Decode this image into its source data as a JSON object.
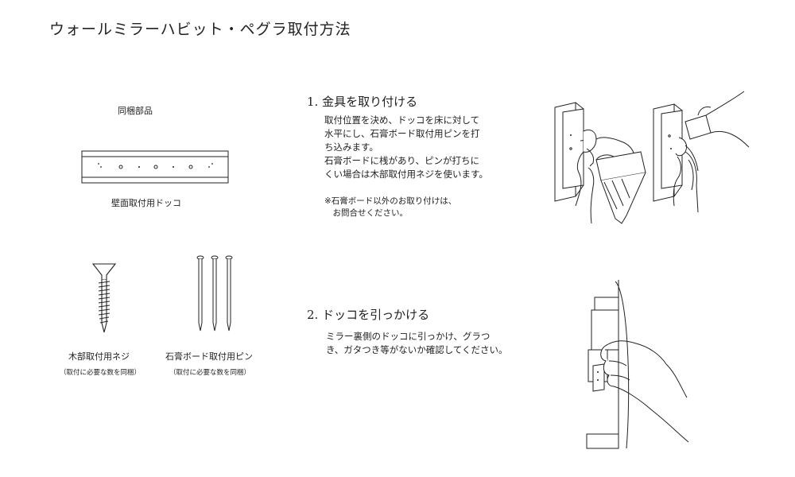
{
  "title": "ウォールミラーハビット・ペグラ取付方法",
  "parts": {
    "heading": "同梱部品",
    "bracket_label": "壁面取付用ドッコ",
    "screw_label": "木部取付用ネジ",
    "screw_note": "（取付に必要な数を同梱）",
    "pin_label": "石膏ボード取付用ピン",
    "pin_note": "（取付に必要な数を同梱）"
  },
  "steps": [
    {
      "title": "1. 金具を取り付ける",
      "lines": [
        "取付位置を決め、ドッコを床に対して",
        "水平にし、石膏ボード取付用ピンを打",
        "ち込みます。",
        "石膏ボードに桟があり、ピンが打ちに",
        "くい場合は木部取付用ネジを使います。"
      ],
      "note_lines": [
        "※石膏ボード以外のお取り付けは、",
        "　お問合せください。"
      ]
    },
    {
      "title": "2. ドッコを引っかける",
      "lines": [
        "ミラー裏側のドッコに引っかけ、グラつ",
        "き、ガタつき等がないか確認してください。"
      ]
    }
  ]
}
